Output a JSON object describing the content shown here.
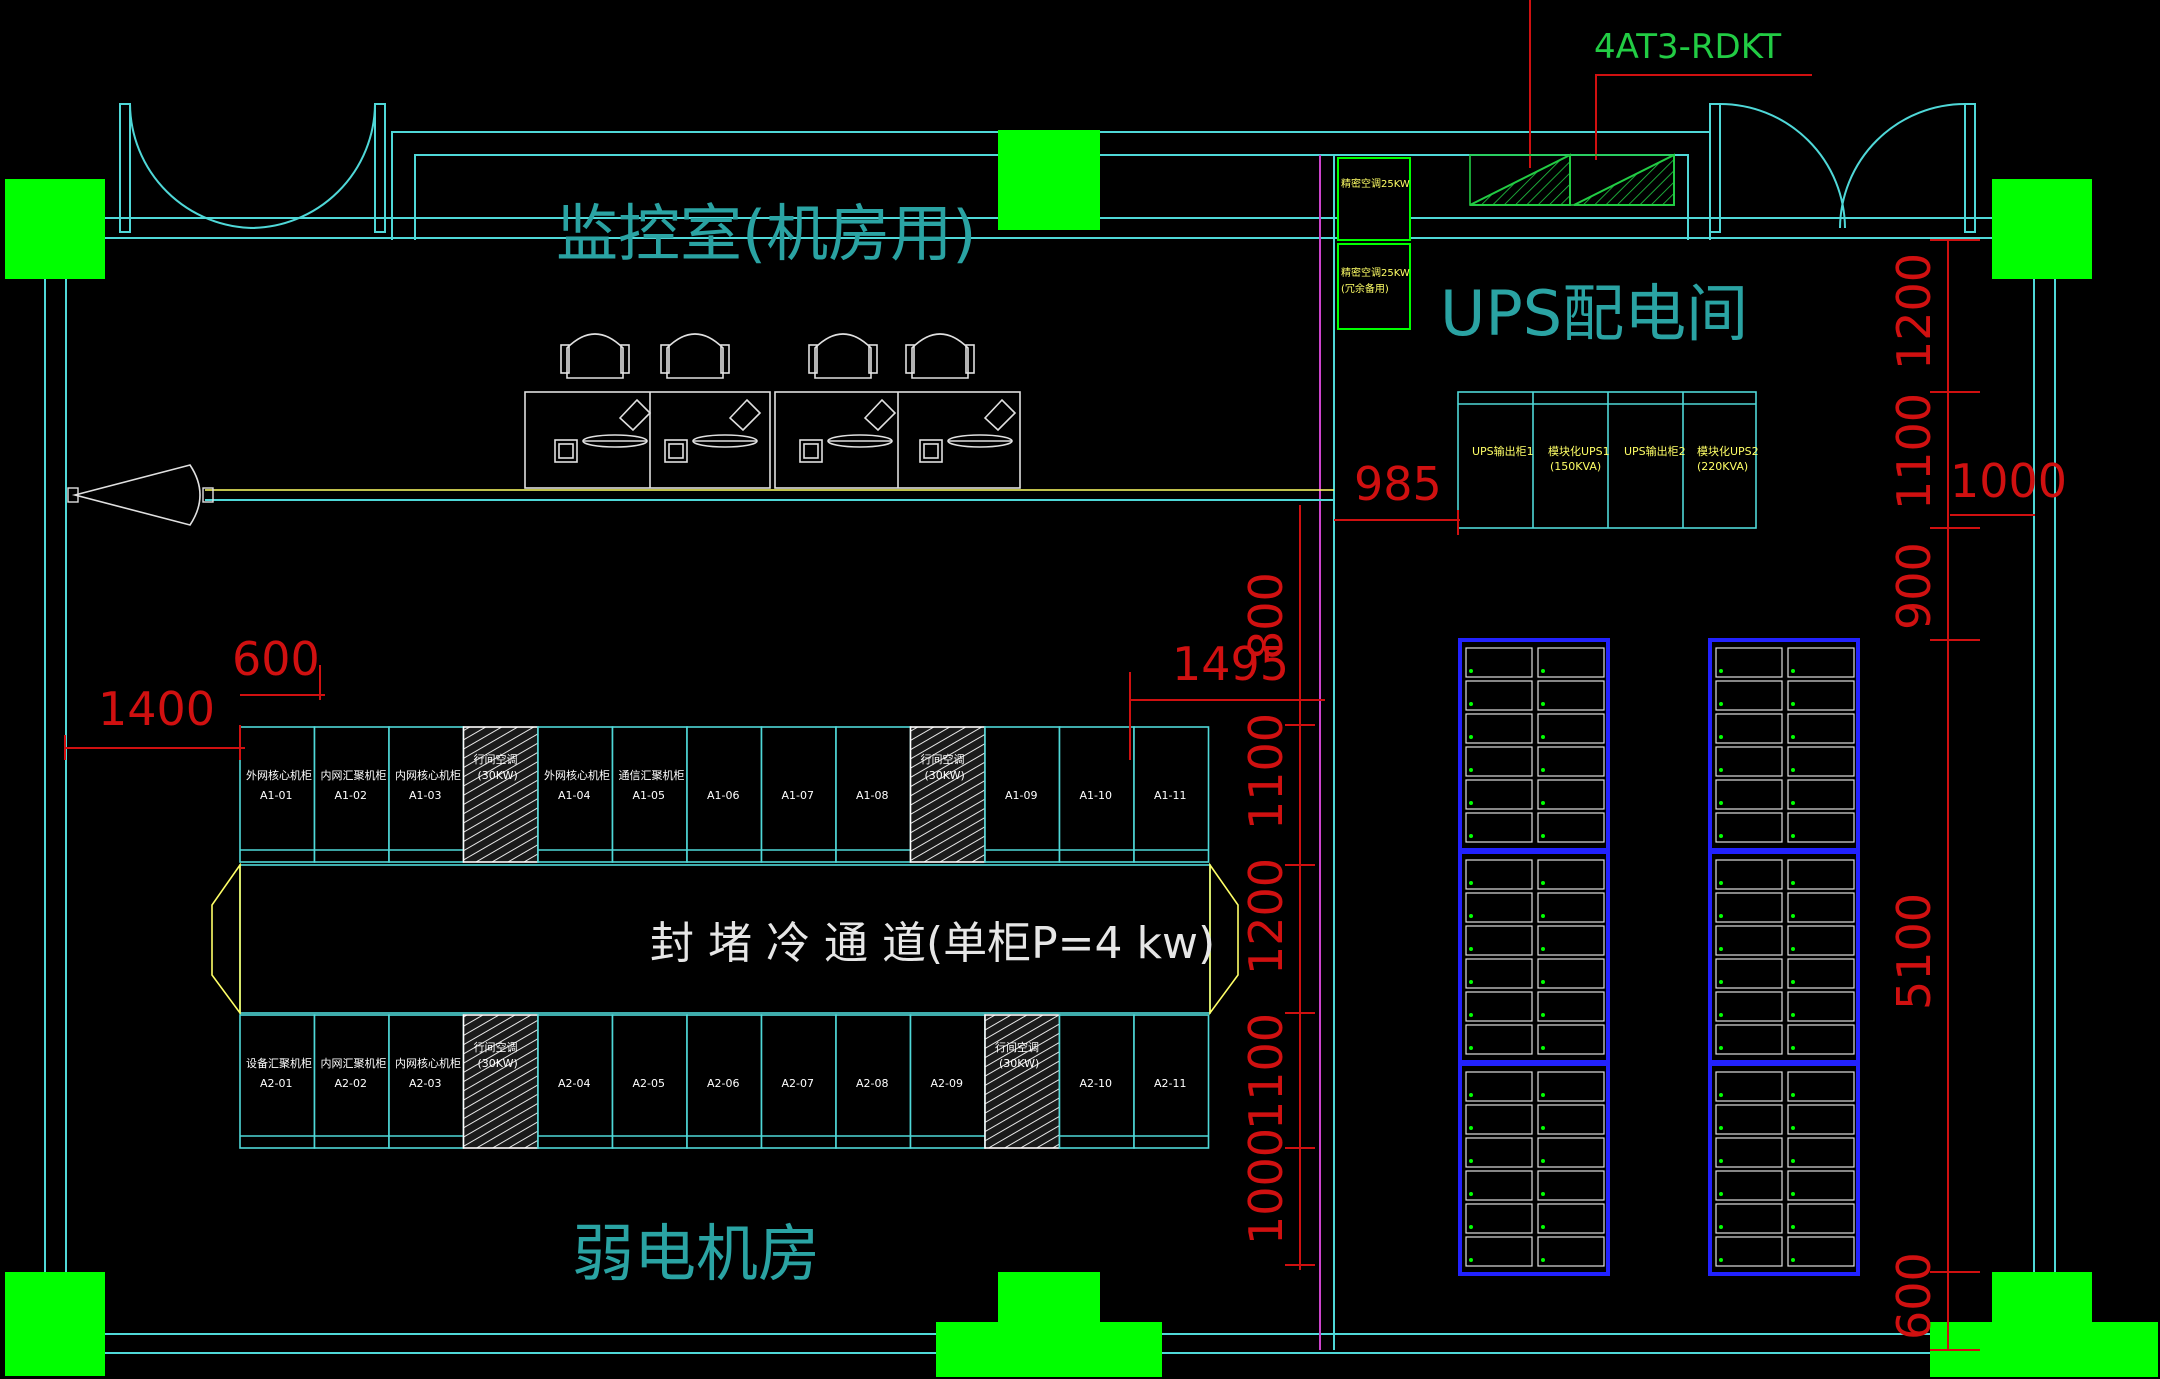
{
  "rooms": {
    "monitor": "监控室(机房用)",
    "ups": "UPS配电间",
    "weak": "弱电机房"
  },
  "aisle": "封 堵 冷 通 道(单柜P=4 kw)",
  "callout": "4AT3-RDKT",
  "dimensions": {
    "d1400": "1400",
    "d600": "600",
    "d1495": "1495",
    "d985": "985",
    "d800": "800",
    "d1100a": "1100",
    "d1200a": "1200",
    "d1100b": "1100",
    "d1000a": "1000",
    "r1200": "1200",
    "r1100": "1100",
    "r1000": "1000",
    "r900": "900",
    "r5100": "5100",
    "r600": "600"
  },
  "row_a1": [
    {
      "name": "外网核心机柜",
      "id": "A1-01"
    },
    {
      "name": "内网汇聚机柜",
      "id": "A1-02"
    },
    {
      "name": "内网核心机柜",
      "id": "A1-03"
    },
    {
      "ac": true,
      "name": "行间空调",
      "power": "(30KW)"
    },
    {
      "name": "外网核心机柜",
      "id": "A1-04"
    },
    {
      "name": "通信汇聚机柜",
      "id": "A1-05"
    },
    {
      "name": "",
      "id": "A1-06"
    },
    {
      "name": "",
      "id": "A1-07"
    },
    {
      "name": "",
      "id": "A1-08"
    },
    {
      "ac": true,
      "name": "行间空调",
      "power": "(30KW)"
    },
    {
      "name": "",
      "id": "A1-09"
    },
    {
      "name": "",
      "id": "A1-10"
    },
    {
      "name": "",
      "id": "A1-11"
    }
  ],
  "row_a2": [
    {
      "name": "设备汇聚机柜",
      "id": "A2-01"
    },
    {
      "name": "内网汇聚机柜",
      "id": "A2-02"
    },
    {
      "name": "内网核心机柜",
      "id": "A2-03"
    },
    {
      "ac": true,
      "name": "行间空调",
      "power": "(30KW)"
    },
    {
      "name": "",
      "id": "A2-04"
    },
    {
      "name": "",
      "id": "A2-05"
    },
    {
      "name": "",
      "id": "A2-06"
    },
    {
      "name": "",
      "id": "A2-07"
    },
    {
      "name": "",
      "id": "A2-08"
    },
    {
      "name": "",
      "id": "A2-09"
    },
    {
      "ac": true,
      "name": "行间空调",
      "power": "(30KW)"
    },
    {
      "name": "",
      "id": "A2-10"
    },
    {
      "name": "",
      "id": "A2-11"
    }
  ],
  "ups_cabinets": [
    {
      "line1": "UPS输出柜1",
      "line2": ""
    },
    {
      "line1": "模块化UPS1",
      "line2": "(150KVA)"
    },
    {
      "line1": "UPS输出柜2",
      "line2": ""
    },
    {
      "line1": "模块化UPS2",
      "line2": "(220KVA)"
    }
  ],
  "precision_ac": [
    {
      "line1": "精密空调25KW",
      "line2": ""
    },
    {
      "line1": "精密空调25KW",
      "line2": "(冗余备用)"
    }
  ]
}
